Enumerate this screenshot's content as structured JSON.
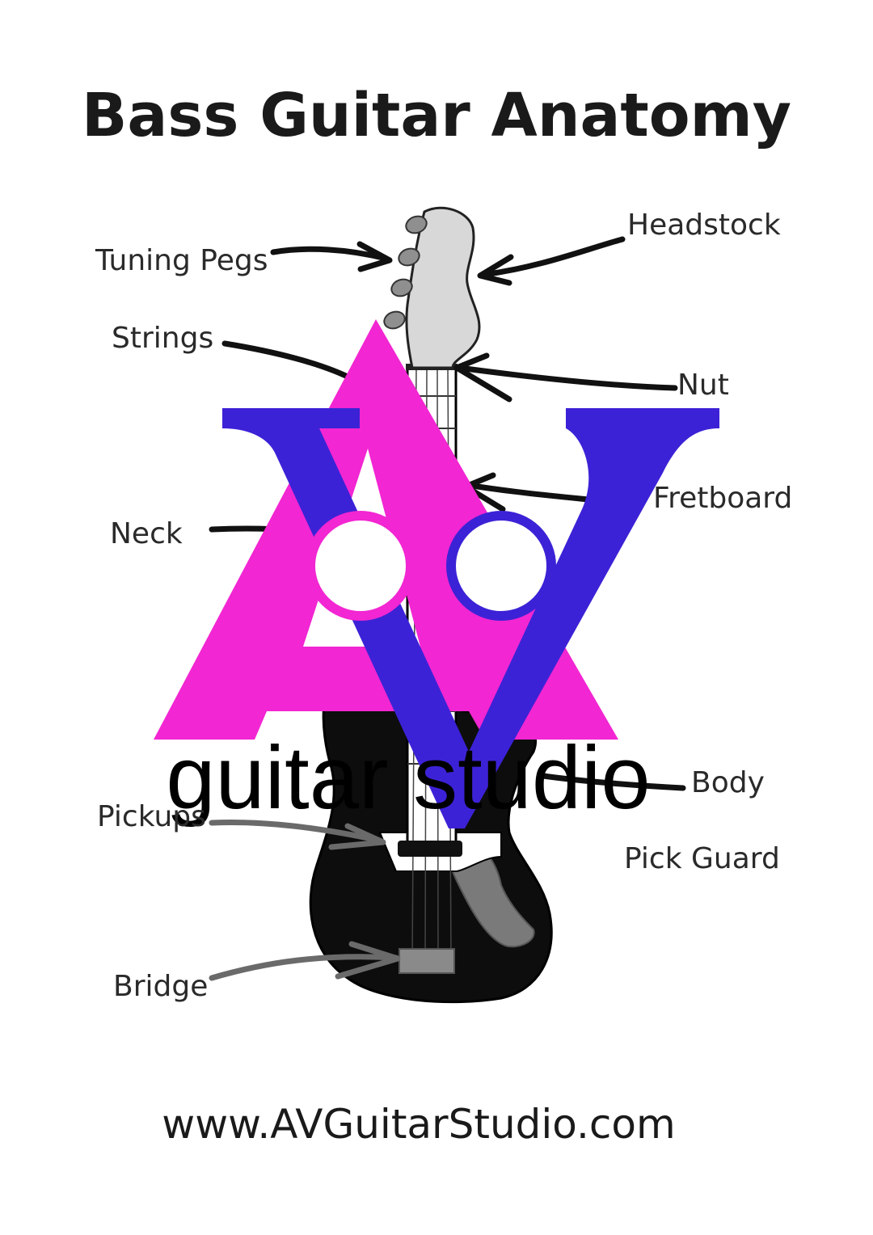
{
  "title": "Bass Guitar Anatomy",
  "labels": {
    "tuning_pegs": "Tuning Pegs",
    "headstock": "Headstock",
    "strings": "Strings",
    "nut": "Nut",
    "fretboard": "Fretboard",
    "neck": "Neck",
    "body": "Body",
    "pickups": "Pickups",
    "pick_guard": "Pick Guard",
    "bridge": "Bridge"
  },
  "watermark": {
    "text": "guitar studio",
    "logo_letters": "AV",
    "pink": "#f226d2",
    "blue": "#3c22d6"
  },
  "footer_url": "www.AVGuitarStudio.com"
}
